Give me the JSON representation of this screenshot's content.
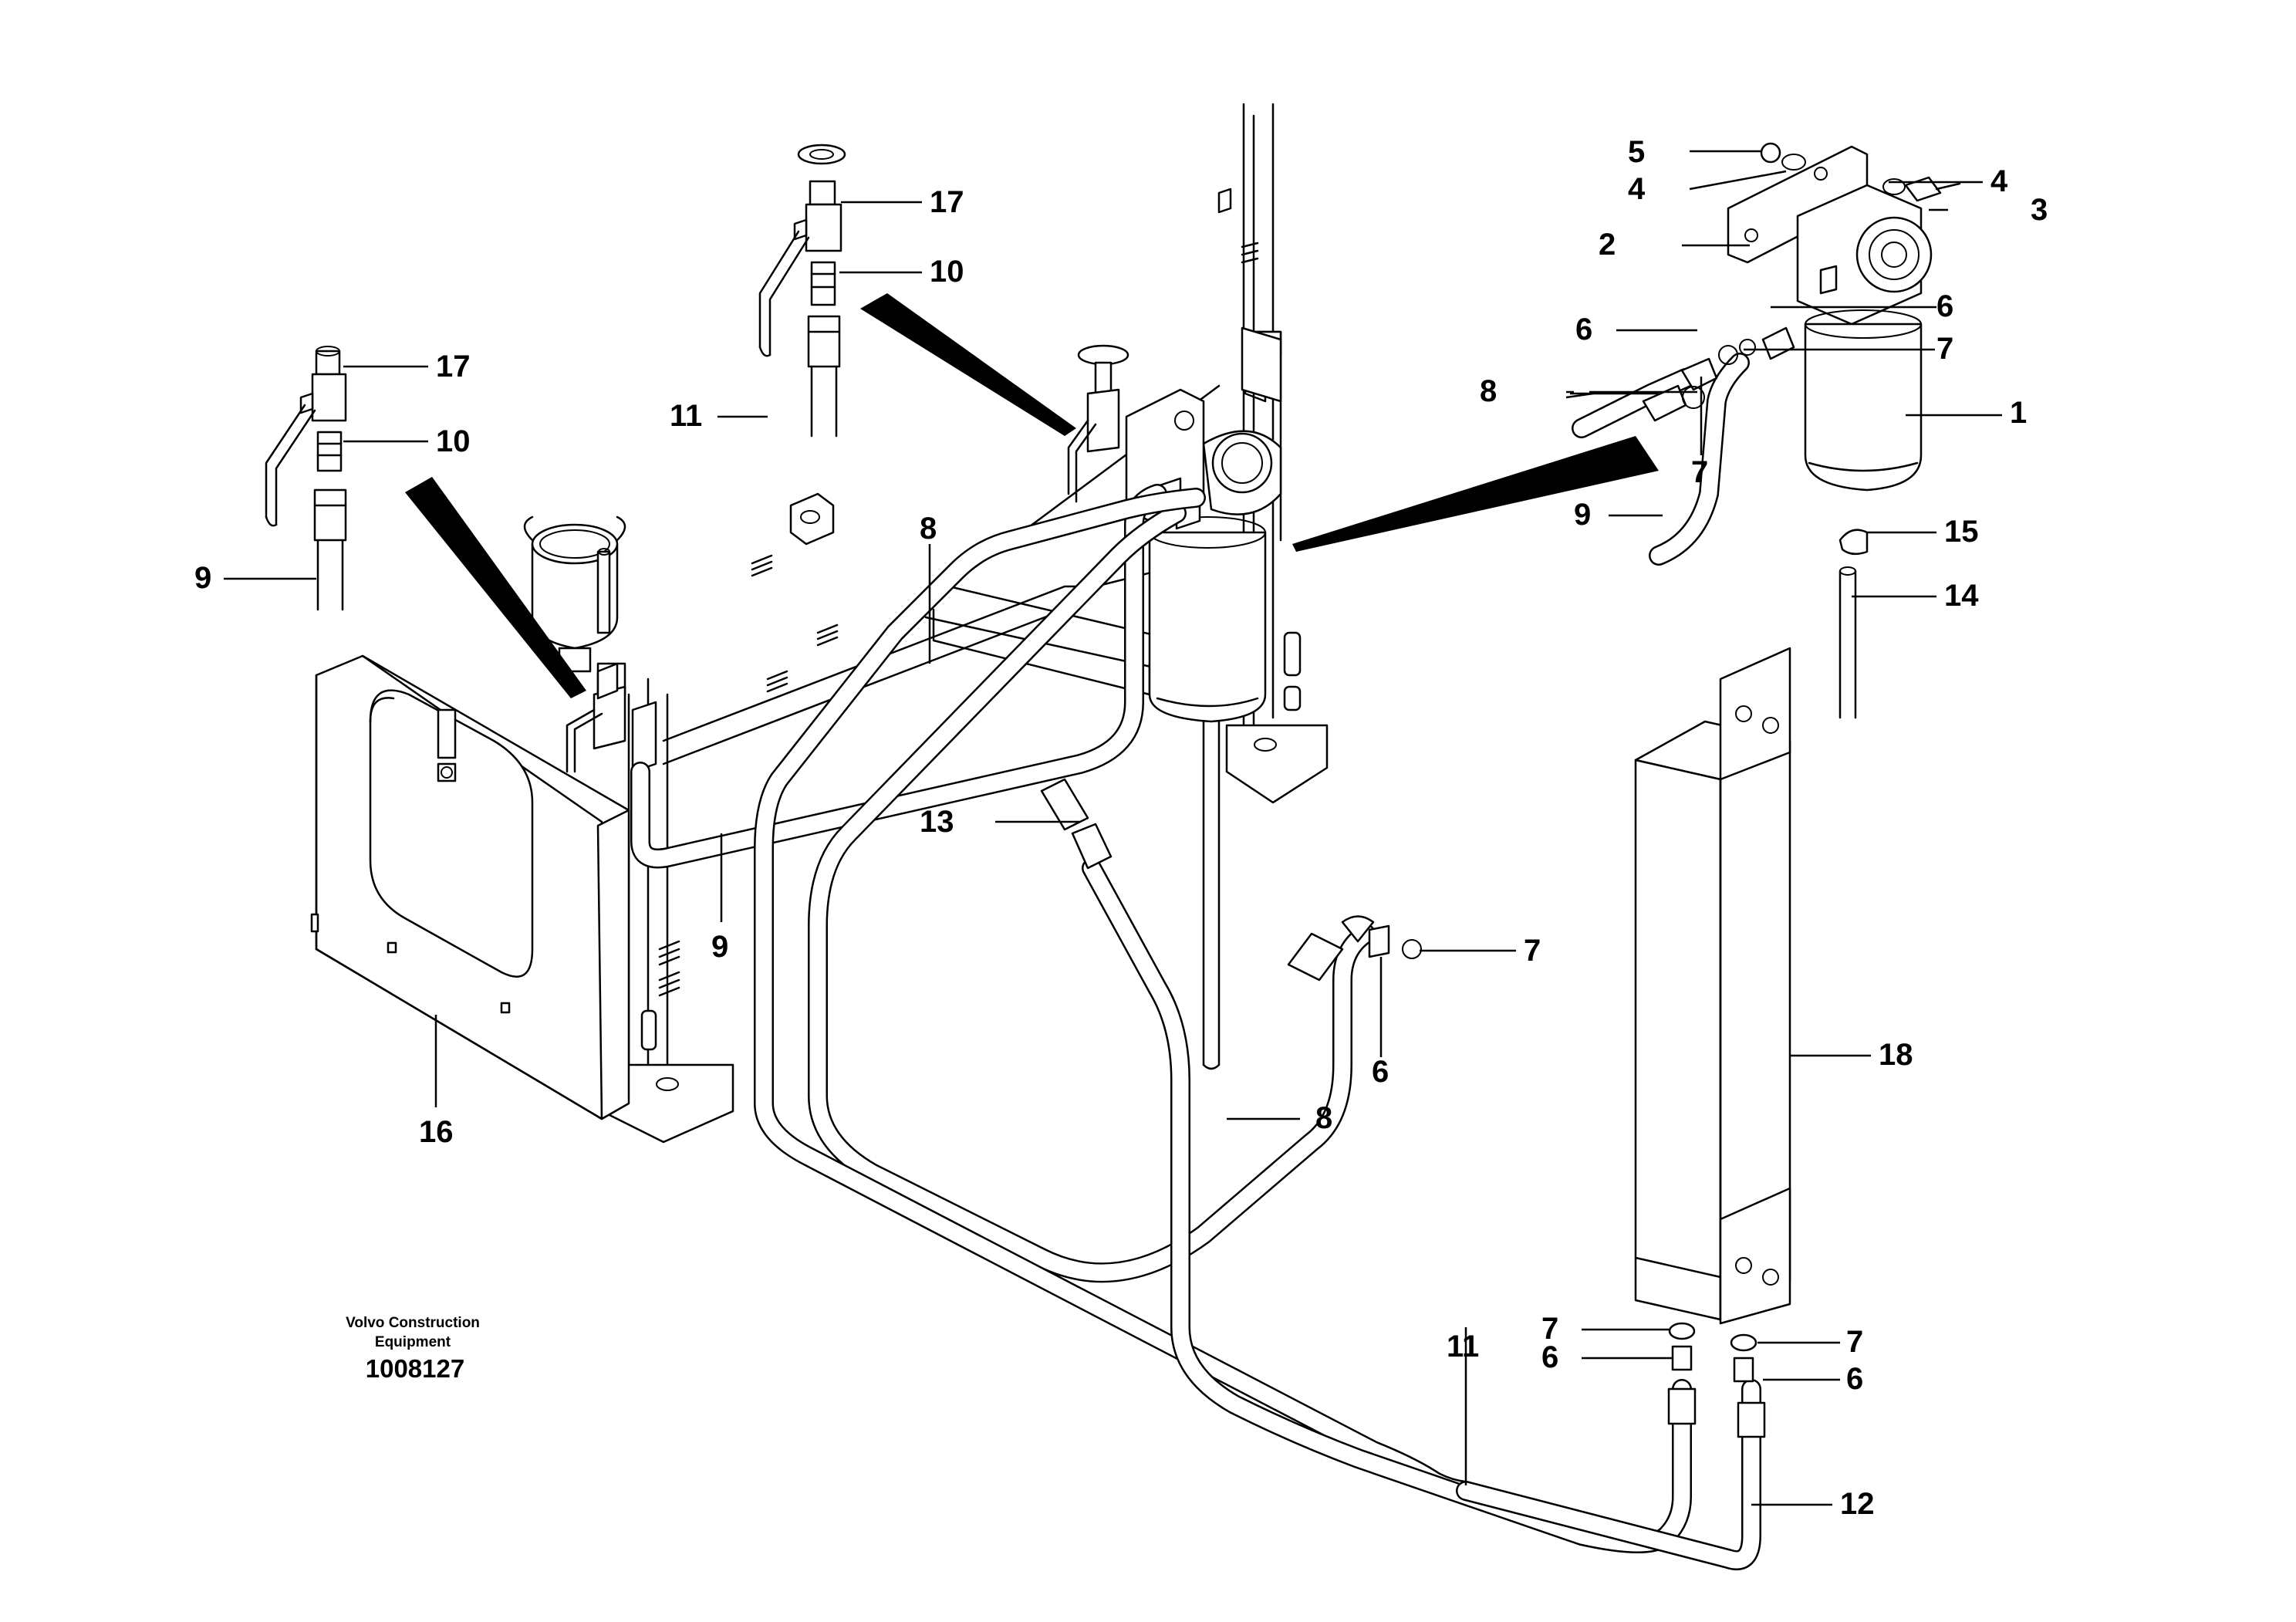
{
  "footer": {
    "credit_line1": "Volvo Construction",
    "credit_line2": "Equipment",
    "document_number": "1008127"
  },
  "callouts": {
    "c1": "1",
    "c2": "2",
    "c3": "3",
    "c4a": "4",
    "c4b": "4",
    "c5": "5",
    "c6a": "6",
    "c6b": "6",
    "c6c": "6",
    "c6d": "6",
    "c6e": "6",
    "c7a": "7",
    "c7b": "7",
    "c7c": "7",
    "c7d": "7",
    "c7e": "7",
    "c8a": "8",
    "c8b": "8",
    "c8c": "8",
    "c9a": "9",
    "c9b": "9",
    "c9c": "9",
    "c10a": "10",
    "c10b": "10",
    "c11a": "11",
    "c11b": "11",
    "c12": "12",
    "c13": "13",
    "c14": "14",
    "c15": "15",
    "c16": "16",
    "c17a": "17",
    "c17b": "17",
    "c18": "18"
  }
}
